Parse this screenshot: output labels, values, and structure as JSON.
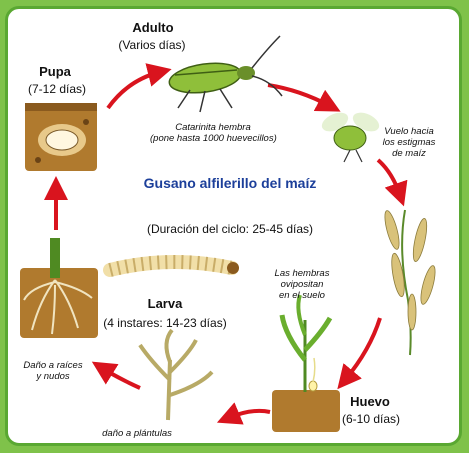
{
  "title": "Gusano alfilerillo del maíz",
  "duration": "(Duración del ciclo: 25-45 días)",
  "stages": {
    "adult": {
      "name": "Adulto",
      "days": "(Varios días)",
      "note_line1": "Catarinita hembra",
      "note_line2": "(pone hasta 1000 huevecillos)"
    },
    "flight": {
      "line1": "Vuelo hacia",
      "line2": "los estigmas",
      "line3": "de maíz"
    },
    "egg": {
      "name": "Huevo",
      "days": "(6-10 días)",
      "note_line1": "Las hembras",
      "note_line2": "ovipositan",
      "note_line3": "en el suelo"
    },
    "larva": {
      "name": "Larva",
      "days": "(4 instares: 14-23 días)"
    },
    "seedling": {
      "note": "daño a plántulas"
    },
    "roots": {
      "note_line1": "Daño a raíces",
      "note_line2": "y nudos"
    },
    "pupa": {
      "name": "Pupa",
      "days": "(7-12 días)"
    }
  },
  "colors": {
    "background": "#7fc24a",
    "border": "#5aa832",
    "arrow": "#d9141e",
    "title": "#1c3f9a",
    "soil": "#b07a2e"
  }
}
